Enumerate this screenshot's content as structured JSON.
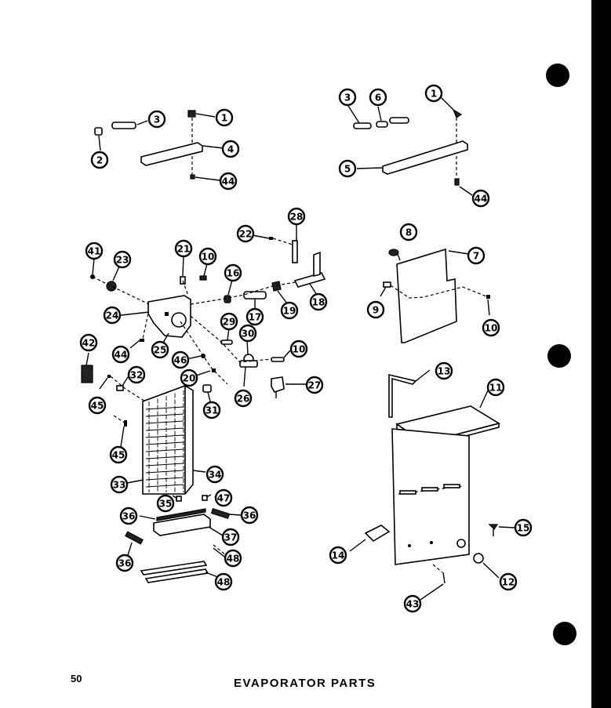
{
  "footer": {
    "page_number": "50",
    "title": "EVAPORATOR PARTS"
  },
  "callout_labels": {
    "c1a": "1",
    "c3a": "3",
    "c2": "2",
    "c4": "4",
    "c44a": "44",
    "c3b": "3",
    "c6": "6",
    "c1b": "1",
    "c5": "5",
    "c44b": "44",
    "c22": "22",
    "c28": "28",
    "c41": "41",
    "c23": "23",
    "c21": "21",
    "c10a": "10",
    "c16": "16",
    "c24": "24",
    "c17": "17",
    "c19": "19",
    "c18": "18",
    "c44c": "44",
    "c25": "25",
    "c29": "29",
    "c30": "30",
    "c10b": "10",
    "c42": "42",
    "c46": "46",
    "c20": "20",
    "c27": "27",
    "c32": "32",
    "c45a": "45",
    "c26": "26",
    "c31": "31",
    "c45b": "45",
    "c33": "33",
    "c34": "34",
    "c35": "35",
    "c47": "47",
    "c36a": "36",
    "c36b": "36",
    "c37": "37",
    "c36c": "36",
    "c48a": "48",
    "c48b": "48",
    "c8": "8",
    "c7": "7",
    "c9": "9",
    "c10c": "10",
    "c13": "13",
    "c11": "11",
    "c15": "15",
    "c14": "14",
    "c12": "12",
    "c43": "43"
  },
  "binder_holes": 3
}
